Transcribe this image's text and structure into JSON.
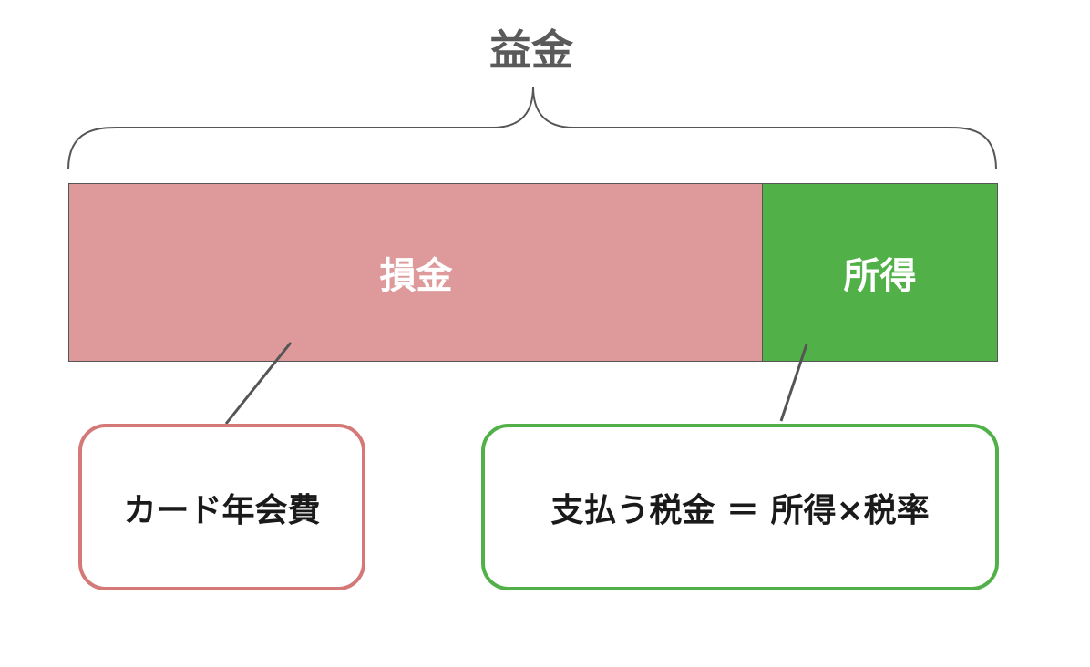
{
  "top_label": "益金",
  "bar": {
    "loss_label": "損金",
    "income_label": "所得",
    "loss_color": "#de9a9a",
    "income_color": "#51b047"
  },
  "callouts": {
    "loss_text": "カード年会費",
    "tax_text": "支払う税金 ＝ 所得×税率",
    "loss_border_color": "#d47878",
    "tax_border_color": "#51b047"
  }
}
